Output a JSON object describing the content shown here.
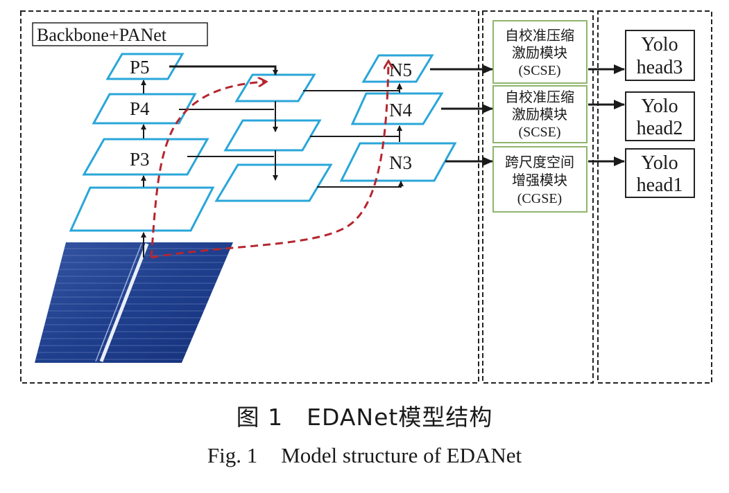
{
  "backbone": {
    "title": "Backbone+PANet",
    "levels": [
      "P5",
      "P4",
      "P3"
    ],
    "outputs": [
      "N5",
      "N4",
      "N3"
    ]
  },
  "modules": [
    {
      "line1": "自校准压缩",
      "line2": "激励模块",
      "line3": "(SCSE)"
    },
    {
      "line1": "自校准压缩",
      "line2": "激励模块",
      "line3": "(SCSE)"
    },
    {
      "line1": "跨尺度空间",
      "line2": "增强模块",
      "line3": "(CGSE)"
    }
  ],
  "heads": [
    {
      "line1": "Yolo",
      "line2": "head3"
    },
    {
      "line1": "Yolo",
      "line2": "head2"
    },
    {
      "line1": "Yolo",
      "line2": "head1"
    }
  ],
  "caption": {
    "cn_num": "图 1",
    "cn_text": "EDANet模型结构",
    "en_num": "Fig. 1",
    "en_text": "Model structure of EDANet"
  },
  "colors": {
    "plane": "#29a6d9",
    "module_border": "#8fb56c",
    "dashed_path": "#b5262f",
    "arrow": "#1a1a1a",
    "panel_blue": "#1c3d8a"
  }
}
